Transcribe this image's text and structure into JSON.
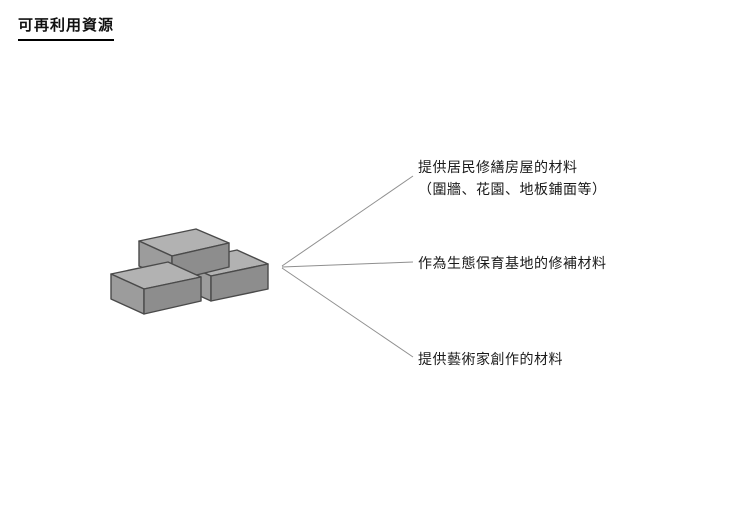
{
  "page": {
    "title": "可再利用資源"
  },
  "diagram": {
    "center_icon": "concrete-blocks",
    "branches": [
      {
        "label_line1": "提供居民修繕房屋的材料",
        "label_line2": "（圍牆、花園、地板鋪面等）"
      },
      {
        "label": "作為生態保育基地的修補材料"
      },
      {
        "label": "提供藝術家創作的材料"
      }
    ]
  },
  "colors": {
    "block_top": "#b2b2b2",
    "block_front": "#9c9c9c",
    "block_side": "#8d8d8d",
    "block_outline": "#4a4a4a",
    "connector_line": "#8f8f8f",
    "text": "#1a1a1a",
    "background": "#ffffff"
  }
}
